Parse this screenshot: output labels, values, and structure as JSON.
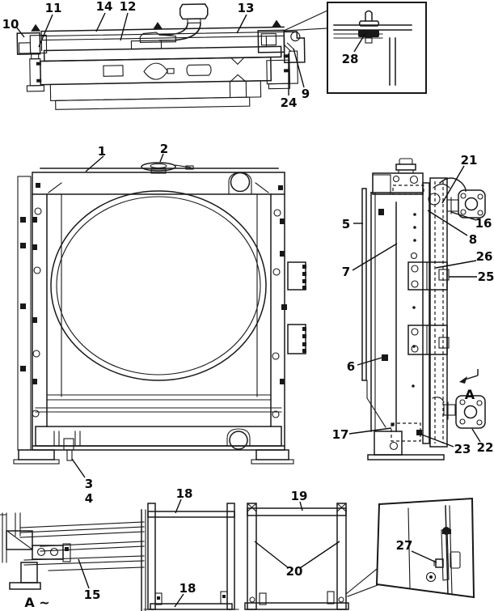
{
  "callouts": {
    "c1": "1",
    "c2": "2",
    "c3": "3",
    "c4": "4",
    "c5": "5",
    "c6": "6",
    "c7": "7",
    "c8": "8",
    "c9": "9",
    "c10": "10",
    "c11": "11",
    "c12": "12",
    "c13": "13",
    "c14": "14",
    "c15": "15",
    "c16": "16",
    "c17": "17",
    "c18": "18",
    "c19": "19",
    "c20": "20",
    "c21": "21",
    "c22": "22",
    "c23": "23",
    "c24": "24",
    "c25": "25",
    "c26": "26",
    "c27": "27",
    "c28": "28",
    "section_arrow": "A",
    "section_ref": "A ~"
  }
}
